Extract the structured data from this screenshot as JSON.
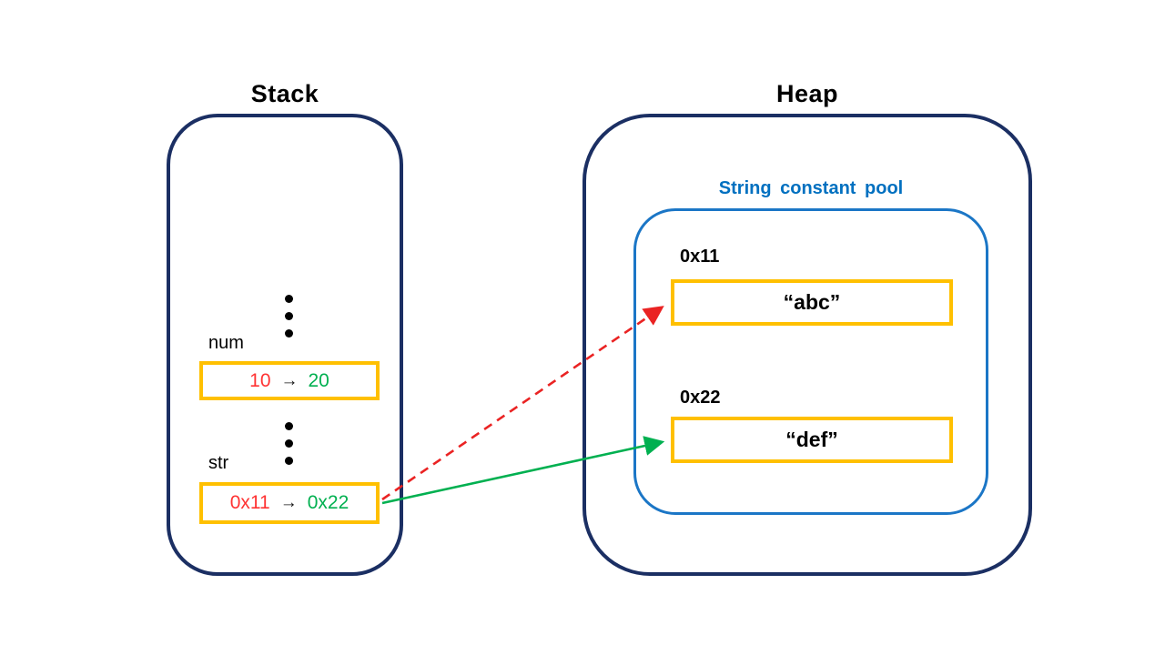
{
  "stack": {
    "title": "Stack",
    "variables": [
      {
        "label": "num",
        "old_value": "10",
        "arrow": "→",
        "new_value": "20"
      },
      {
        "label": "str",
        "old_value": "0x11",
        "arrow": "→",
        "new_value": "0x22"
      }
    ]
  },
  "heap": {
    "title": "Heap",
    "string_constant_pool": {
      "title": "String constant pool",
      "entries": [
        {
          "address": "0x11",
          "value": "“abc”"
        },
        {
          "address": "0x22",
          "value": "“def”"
        }
      ]
    }
  },
  "arrows": {
    "old_reference": {
      "style": "dashed",
      "color": "#ea2323",
      "from": "str old value 0x11",
      "to": "“abc”"
    },
    "new_reference": {
      "style": "solid",
      "color": "#00b050",
      "from": "str new value 0x22",
      "to": "“def”"
    }
  },
  "colors": {
    "container_border_navy": "#1b2f63",
    "value_box_border_yellow": "#ffc000",
    "pool_border_blue": "#1b76c6",
    "pool_title_blue": "#0070c0",
    "old_value_red": "#ff3333",
    "new_value_green": "#00b050"
  }
}
